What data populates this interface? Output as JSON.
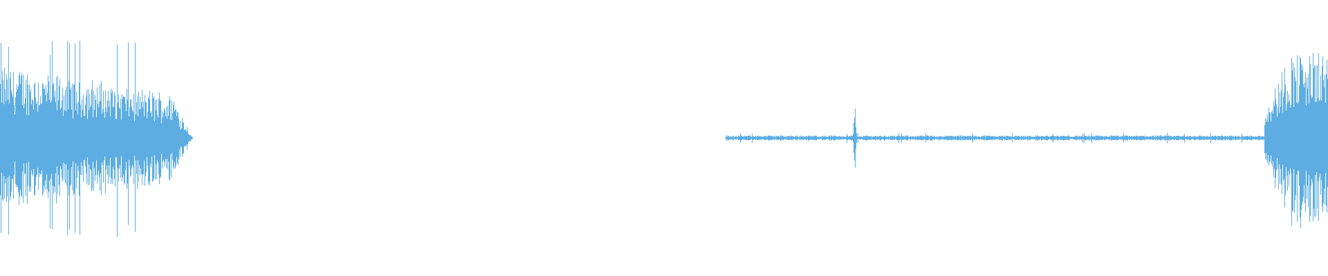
{
  "waveform": {
    "color": "#5DADE2",
    "background": "#ffffff",
    "segments": [
      {
        "name": "burst-start",
        "shape": "decay",
        "peak_amplitude": 0.55,
        "start_fraction": 0.0,
        "end_fraction": 0.145
      },
      {
        "name": "silence-gap",
        "shape": "silence",
        "peak_amplitude": 0.0,
        "start_fraction": 0.145,
        "end_fraction": 0.546
      },
      {
        "name": "low-noise-bed",
        "shape": "low",
        "peak_amplitude": 0.02,
        "start_fraction": 0.546,
        "end_fraction": 0.952
      },
      {
        "name": "transient-spike",
        "shape": "spike",
        "peak_amplitude": 0.3,
        "start_fraction": 0.642,
        "end_fraction": 0.645
      },
      {
        "name": "burst-end",
        "shape": "rise",
        "peak_amplitude": 0.65,
        "start_fraction": 0.952,
        "end_fraction": 1.0
      }
    ]
  }
}
